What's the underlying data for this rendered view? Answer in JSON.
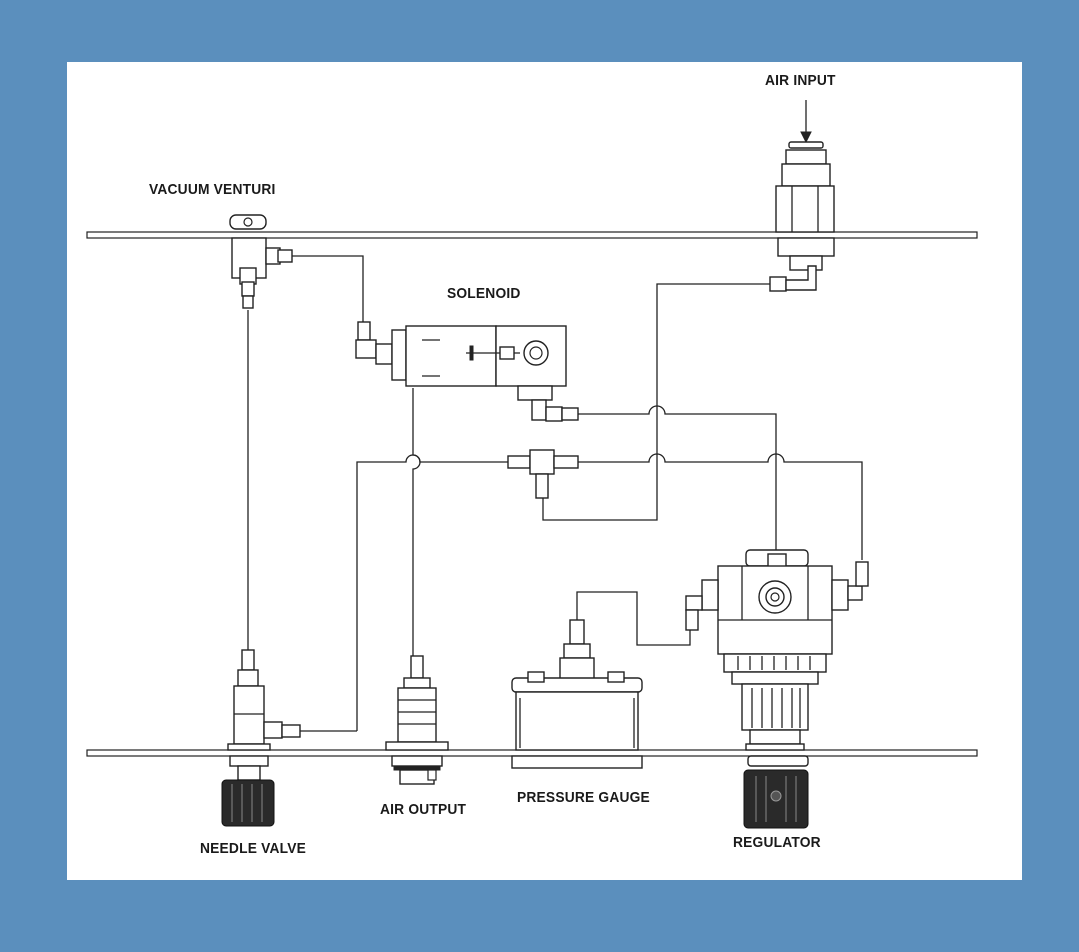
{
  "labels": {
    "air_input": "AIR INPUT",
    "vacuum_venturi": "VACUUM VENTURI",
    "solenoid": "SOLENOID",
    "needle_valve": "NEEDLE VALVE",
    "air_output": "AIR OUTPUT",
    "pressure_gauge": "PRESSURE GAUGE",
    "regulator": "REGULATOR"
  },
  "colors": {
    "background": "#5b8fbd",
    "panel": "#ffffff",
    "line": "#222222"
  }
}
